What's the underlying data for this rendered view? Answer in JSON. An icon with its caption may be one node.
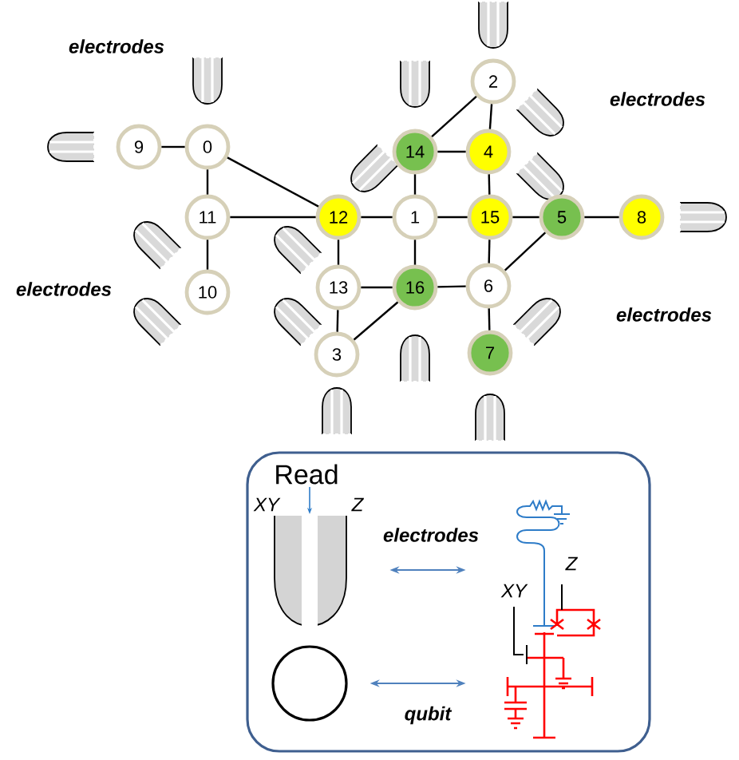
{
  "diagram": {
    "nodes": [
      {
        "text": [
          "0"
        ]
      },
      {
        "text": [
          "1"
        ]
      },
      {
        "text": [
          "2"
        ]
      },
      {
        "text": [
          "3"
        ]
      },
      {
        "text": [
          "4"
        ]
      },
      {
        "text": [
          "5"
        ]
      },
      {
        "text": [
          "6"
        ]
      },
      {
        "text": [
          "7"
        ]
      },
      {
        "text": [
          "8"
        ]
      },
      {
        "text": [
          "9"
        ]
      },
      {
        "text": [
          "10"
        ]
      },
      {
        "text": [
          "11"
        ]
      },
      {
        "text": [
          "12"
        ]
      },
      {
        "text": [
          "13"
        ]
      },
      {
        "text": [
          "14"
        ]
      },
      {
        "text": [
          "15"
        ]
      },
      {
        "text": [
          "16"
        ]
      },
      {
        "text": [],
        "shape": "box"
      },
      {
        "text": [
          "Read",
          "XY",
          "Z"
        ],
        "in": 17
      },
      {
        "text": [],
        "shape": "circle",
        "in": 17
      },
      {
        "text": [
          "XY",
          "Z"
        ],
        "in": 17
      }
    ],
    "edges": [
      {
        "from": 9,
        "to": 0,
        "arrow": "none"
      },
      {
        "from": 0,
        "to": 11,
        "arrow": "none"
      },
      {
        "from": 0,
        "to": 12,
        "arrow": "none"
      },
      {
        "from": 11,
        "to": 12,
        "arrow": "none"
      },
      {
        "from": 11,
        "to": 10,
        "arrow": "none"
      },
      {
        "from": 12,
        "to": 1,
        "arrow": "none"
      },
      {
        "from": 12,
        "to": 13,
        "arrow": "none"
      },
      {
        "from": 13,
        "to": 16,
        "arrow": "none"
      },
      {
        "from": 13,
        "to": 3,
        "arrow": "none"
      },
      {
        "from": 3,
        "to": 16,
        "arrow": "none"
      },
      {
        "from": 1,
        "to": 14,
        "arrow": "none"
      },
      {
        "from": 1,
        "to": 15,
        "arrow": "none"
      },
      {
        "from": 1,
        "to": 16,
        "arrow": "none"
      },
      {
        "from": 14,
        "to": 4,
        "arrow": "none"
      },
      {
        "from": 14,
        "to": 2,
        "arrow": "none"
      },
      {
        "from": 2,
        "to": 4,
        "arrow": "none"
      },
      {
        "from": 4,
        "to": 15,
        "arrow": "none"
      },
      {
        "from": 15,
        "to": 5,
        "arrow": "none"
      },
      {
        "from": 15,
        "to": 6,
        "arrow": "none"
      },
      {
        "from": 5,
        "to": 8,
        "arrow": "none"
      },
      {
        "from": 5,
        "to": 6,
        "arrow": "none"
      },
      {
        "from": 16,
        "to": 6,
        "arrow": "none"
      },
      {
        "from": 6,
        "to": 7,
        "arrow": "none"
      },
      {
        "from": 18,
        "to": 20,
        "arrow": "both",
        "color": "#4f81bd"
      },
      {
        "from": 19,
        "to": 20,
        "arrow": "both",
        "color": "#4f81bd"
      }
    ],
    "labels": [
      "electrodes",
      "electrodes",
      "electrodes",
      "electrodes",
      "electrodes",
      "qubit"
    ]
  }
}
